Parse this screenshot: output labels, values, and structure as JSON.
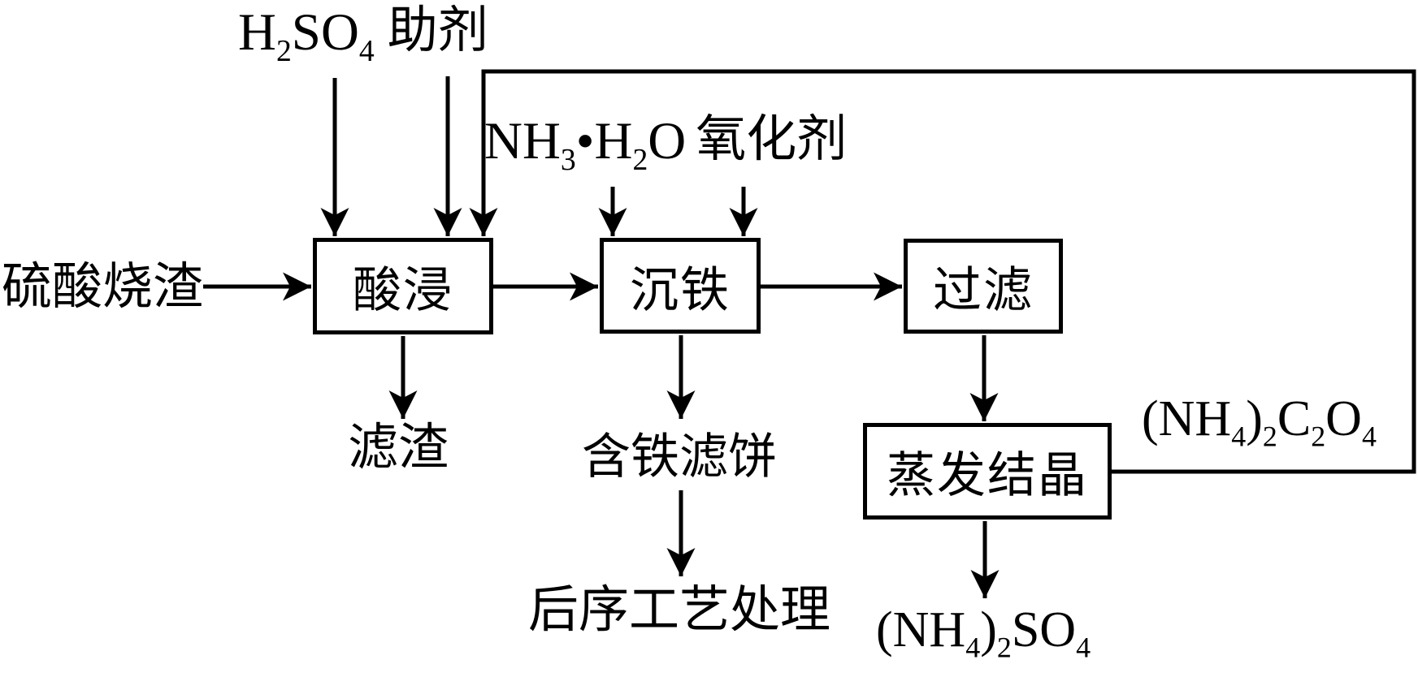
{
  "diagram": {
    "type": "chemical-process-flowchart",
    "colors": {
      "line": "#000000",
      "background": "#ffffff",
      "text": "#000000"
    },
    "boxes": {
      "acid_leach": "酸浸",
      "iron_precipitation": "沉铁",
      "filtration": "过滤",
      "evaporation_crystallization": "蒸发结晶"
    },
    "inputs": {
      "feed": "硫酸烧渣",
      "sulfuric_acid": "H_2_SO_4_",
      "auxiliary_agent": "助剂",
      "ammonia_water": "NH_3_•H_2_O",
      "oxidant": "氧化剂"
    },
    "outputs": {
      "leach_residue": "滤渣",
      "iron_filter_cake": "含铁滤饼",
      "post_treatment": "后序工艺处理",
      "ammonium_sulfate": "(NH_4_)_2_SO_4_"
    },
    "recycle": {
      "ammonium_oxalate": "(NH_4_)_2_C_2_O_4_"
    },
    "edges": [
      {
        "from": "feed",
        "to": "acid_leach"
      },
      {
        "from": "sulfuric_acid",
        "to": "acid_leach"
      },
      {
        "from": "auxiliary_agent",
        "to": "acid_leach"
      },
      {
        "from": "acid_leach",
        "to": "leach_residue"
      },
      {
        "from": "acid_leach",
        "to": "iron_precipitation"
      },
      {
        "from": "ammonia_water",
        "to": "iron_precipitation"
      },
      {
        "from": "oxidant",
        "to": "iron_precipitation"
      },
      {
        "from": "iron_precipitation",
        "to": "iron_filter_cake"
      },
      {
        "from": "iron_filter_cake",
        "to": "post_treatment"
      },
      {
        "from": "iron_precipitation",
        "to": "filtration"
      },
      {
        "from": "filtration",
        "to": "evaporation_crystallization"
      },
      {
        "from": "evaporation_crystallization",
        "to": "ammonium_sulfate"
      },
      {
        "from": "evaporation_crystallization",
        "to": "acid_leach",
        "label": "ammonium_oxalate"
      }
    ]
  }
}
